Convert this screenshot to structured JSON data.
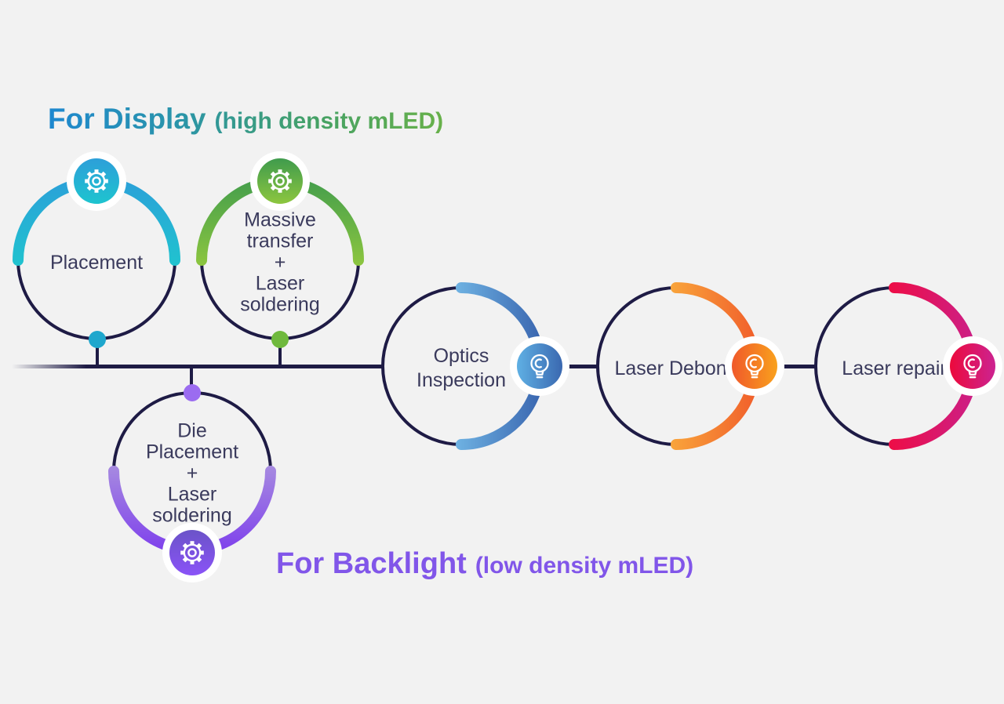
{
  "background_color": "#f2f2f2",
  "line_color": "#1e1b45",
  "label_color": "#3a3a5c",
  "titles": {
    "display": {
      "main": "For Display",
      "paren": "(high density mLED)",
      "gradient_from": "#1E88CF",
      "gradient_to": "#68B14A"
    },
    "backlight": {
      "main": "For Backlight",
      "paren": "(low density mLED)",
      "color": "#8156E9"
    }
  },
  "nodes": [
    {
      "id": "placement",
      "label": [
        "Placement"
      ],
      "icon": "gear-icon",
      "arc_side": "top",
      "arc_from": "#2C9ED9",
      "arc_to": "#20C3CF",
      "badge_from": "#2D9FD9",
      "badge_to": "#1EC4CF",
      "dot_color": "#1FA7CD"
    },
    {
      "id": "massive-transfer",
      "label": [
        "Massive",
        "transfer",
        "+",
        "Laser",
        "soldering"
      ],
      "icon": "gear-icon",
      "arc_side": "top",
      "arc_from": "#3E9B4D",
      "arc_to": "#8DC63F",
      "badge_from": "#3F9B4D",
      "badge_to": "#8DC63F",
      "dot_color": "#6FB93D"
    },
    {
      "id": "die-placement",
      "label": [
        "Die",
        "Placement",
        "+",
        "Laser",
        "soldering"
      ],
      "icon": "gear-icon",
      "arc_side": "bottom",
      "arc_from": "#A78BE0",
      "arc_to": "#7B3AED",
      "badge_from": "#6B53C8",
      "badge_to": "#8A53F7",
      "dot_color": "#9B6CF0"
    },
    {
      "id": "optics-inspection",
      "label": [
        "Optics",
        "Inspection"
      ],
      "icon": "lightbulb-icon",
      "arc_side": "right",
      "arc_from": "#6FB3E3",
      "arc_to": "#355FAB",
      "badge_from": "#5FB0E4",
      "badge_to": "#3A68B0"
    },
    {
      "id": "laser-debond",
      "label": [
        "Laser Debond"
      ],
      "icon": "lightbulb-icon",
      "arc_side": "right",
      "arc_from": "#F9A53B",
      "arc_to": "#F0592A",
      "badge_from": "#F0592A",
      "badge_to": "#F9A11D"
    },
    {
      "id": "laser-repair",
      "label": [
        "Laser repair"
      ],
      "icon": "lightbulb-icon",
      "arc_side": "right",
      "arc_from": "#EE0D45",
      "arc_to": "#C9218C",
      "badge_from": "#EC0A3C",
      "badge_to": "#CC2391"
    }
  ]
}
